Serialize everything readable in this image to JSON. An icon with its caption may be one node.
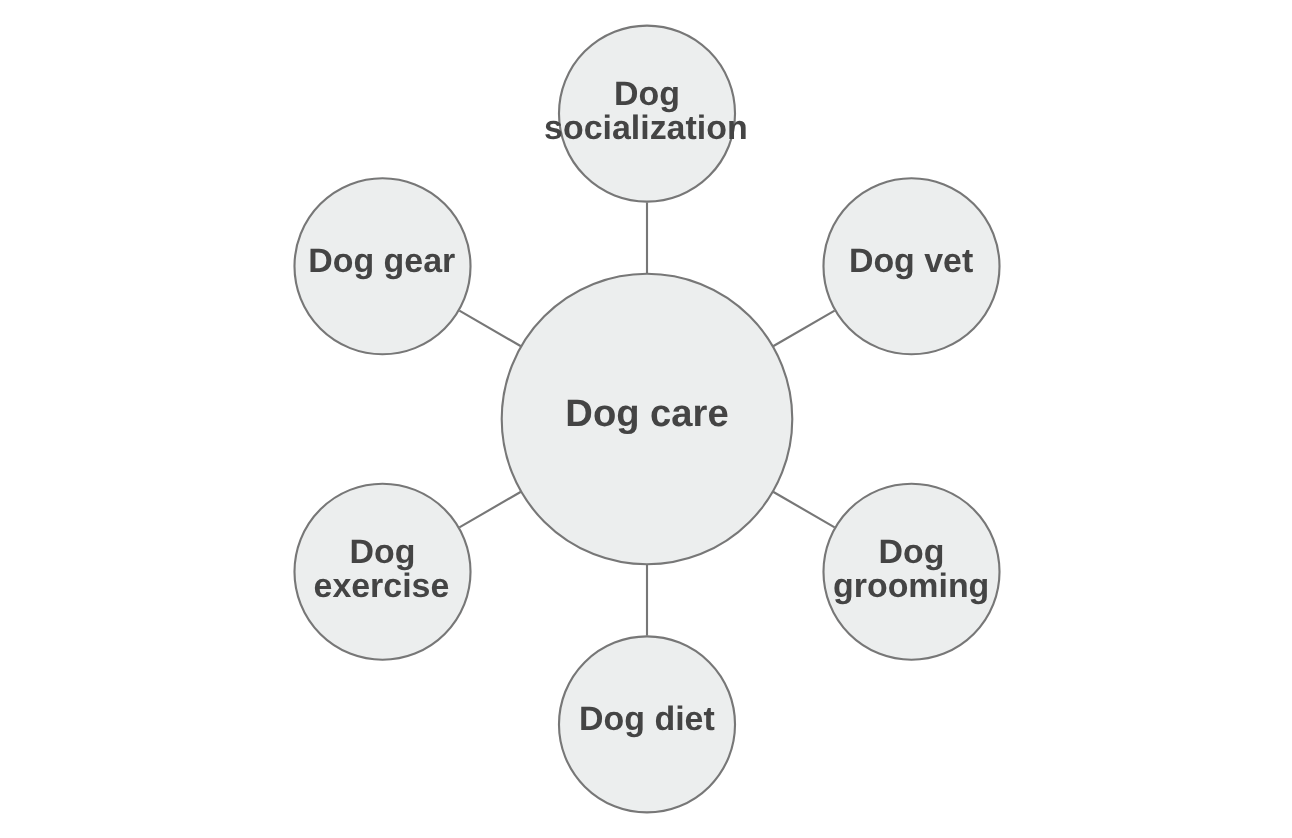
{
  "diagram": {
    "nodes": [
      {
        "text": [
          "Dog care"
        ]
      },
      {
        "text": [
          "Dog vet"
        ]
      },
      {
        "text": [
          "Dog socialization"
        ]
      },
      {
        "text": [
          "Dog gear"
        ]
      },
      {
        "text": [
          "Dog exercise"
        ]
      },
      {
        "text": [
          "Dog diet"
        ]
      },
      {
        "text": [
          "Dog grooming"
        ]
      }
    ],
    "edges": [
      {
        "from": 0,
        "to": 1,
        "arrow": "none"
      },
      {
        "from": 0,
        "to": 2,
        "arrow": "none"
      },
      {
        "from": 0,
        "to": 3,
        "arrow": "none"
      },
      {
        "from": 0,
        "to": 4,
        "arrow": "none"
      },
      {
        "from": 0,
        "to": 5,
        "arrow": "none"
      },
      {
        "from": 0,
        "to": 6,
        "arrow": "none"
      }
    ]
  }
}
